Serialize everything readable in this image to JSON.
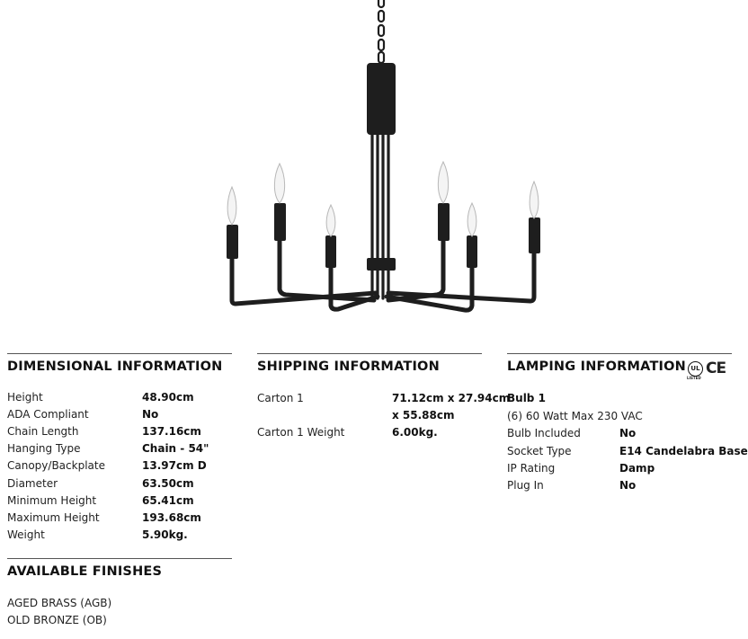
{
  "dimensional": {
    "title": "DIMENSIONAL INFORMATION",
    "rows": [
      {
        "label": "Height",
        "value": "48.90cm"
      },
      {
        "label": "ADA Compliant",
        "value": "No"
      },
      {
        "label": "Chain Length",
        "value": "137.16cm"
      },
      {
        "label": "Hanging Type",
        "value": "Chain - 54\""
      },
      {
        "label": "Canopy/Backplate",
        "value": "13.97cm D"
      },
      {
        "label": "Diameter",
        "value": "63.50cm"
      },
      {
        "label": "Minimum Height",
        "value": "65.41cm"
      },
      {
        "label": "Maximum Height",
        "value": "193.68cm"
      },
      {
        "label": "Weight",
        "value": "5.90kg."
      }
    ]
  },
  "shipping": {
    "title": "SHIPPING INFORMATION",
    "carton1_label": "Carton 1",
    "carton1_value_line1": "71.12cm x 27.94cm",
    "carton1_value_line2": "x 55.88cm",
    "carton1_weight_label": "Carton 1 Weight",
    "carton1_weight_value": "6.00kg."
  },
  "lamping": {
    "title": "LAMPING INFORMATION",
    "bulb_heading": "Bulb 1",
    "bulb_desc": "(6) 60 Watt Max 230 VAC",
    "rows": [
      {
        "label": "Bulb Included",
        "value": "No"
      },
      {
        "label": "Socket Type",
        "value": "E14 Candelabra Base"
      },
      {
        "label": "IP Rating",
        "value": "Damp"
      },
      {
        "label": "Plug In",
        "value": "No"
      }
    ],
    "cert_ul": "UL",
    "cert_ul_sub": "LISTED",
    "cert_ce": "CE"
  },
  "finishes": {
    "title": "AVAILABLE FINISHES",
    "items": [
      "AGED BRASS (AGB)",
      "OLD BRONZE (OB)"
    ]
  }
}
